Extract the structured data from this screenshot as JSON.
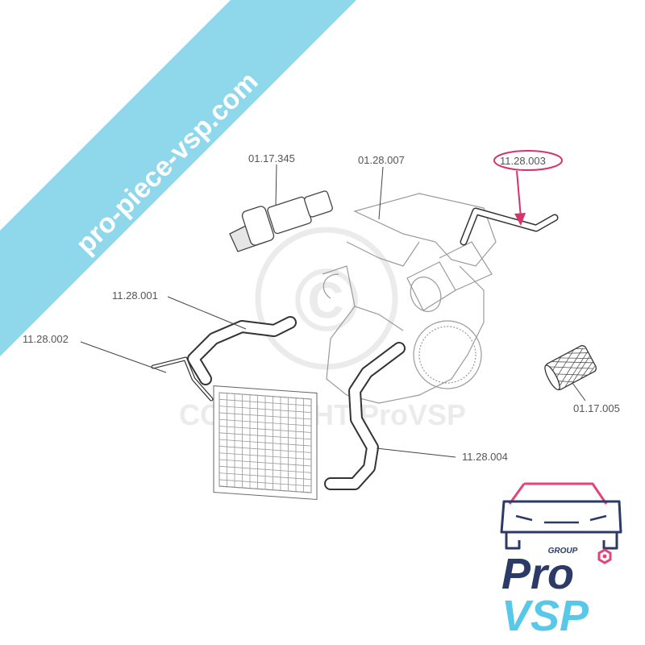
{
  "banner": {
    "text": "pro-piece-vsp.com",
    "color": "#8fd8ec"
  },
  "watermark": {
    "text": "COPYRIGHT ProVSP",
    "symbol": "©"
  },
  "highlight_color": "#d6336c",
  "parts": [
    {
      "ref": "01.17.345",
      "name": "thermostat-valve"
    },
    {
      "ref": "01.28.007",
      "name": "engine-block"
    },
    {
      "ref": "11.28.003",
      "name": "upper-hose",
      "highlighted": true
    },
    {
      "ref": "11.28.001",
      "name": "radiator-hose-upper"
    },
    {
      "ref": "11.28.002",
      "name": "bleed-pipe"
    },
    {
      "ref": "01.17.005",
      "name": "filter-sleeve"
    },
    {
      "ref": "11.28.004",
      "name": "radiator-hose-lower"
    }
  ],
  "logo": {
    "group": "GROUP",
    "brand_top": "Pro",
    "brand_bottom": "VSP",
    "navy": "#2b3a67",
    "cyan": "#58c8e8",
    "pink": "#e2457a"
  }
}
